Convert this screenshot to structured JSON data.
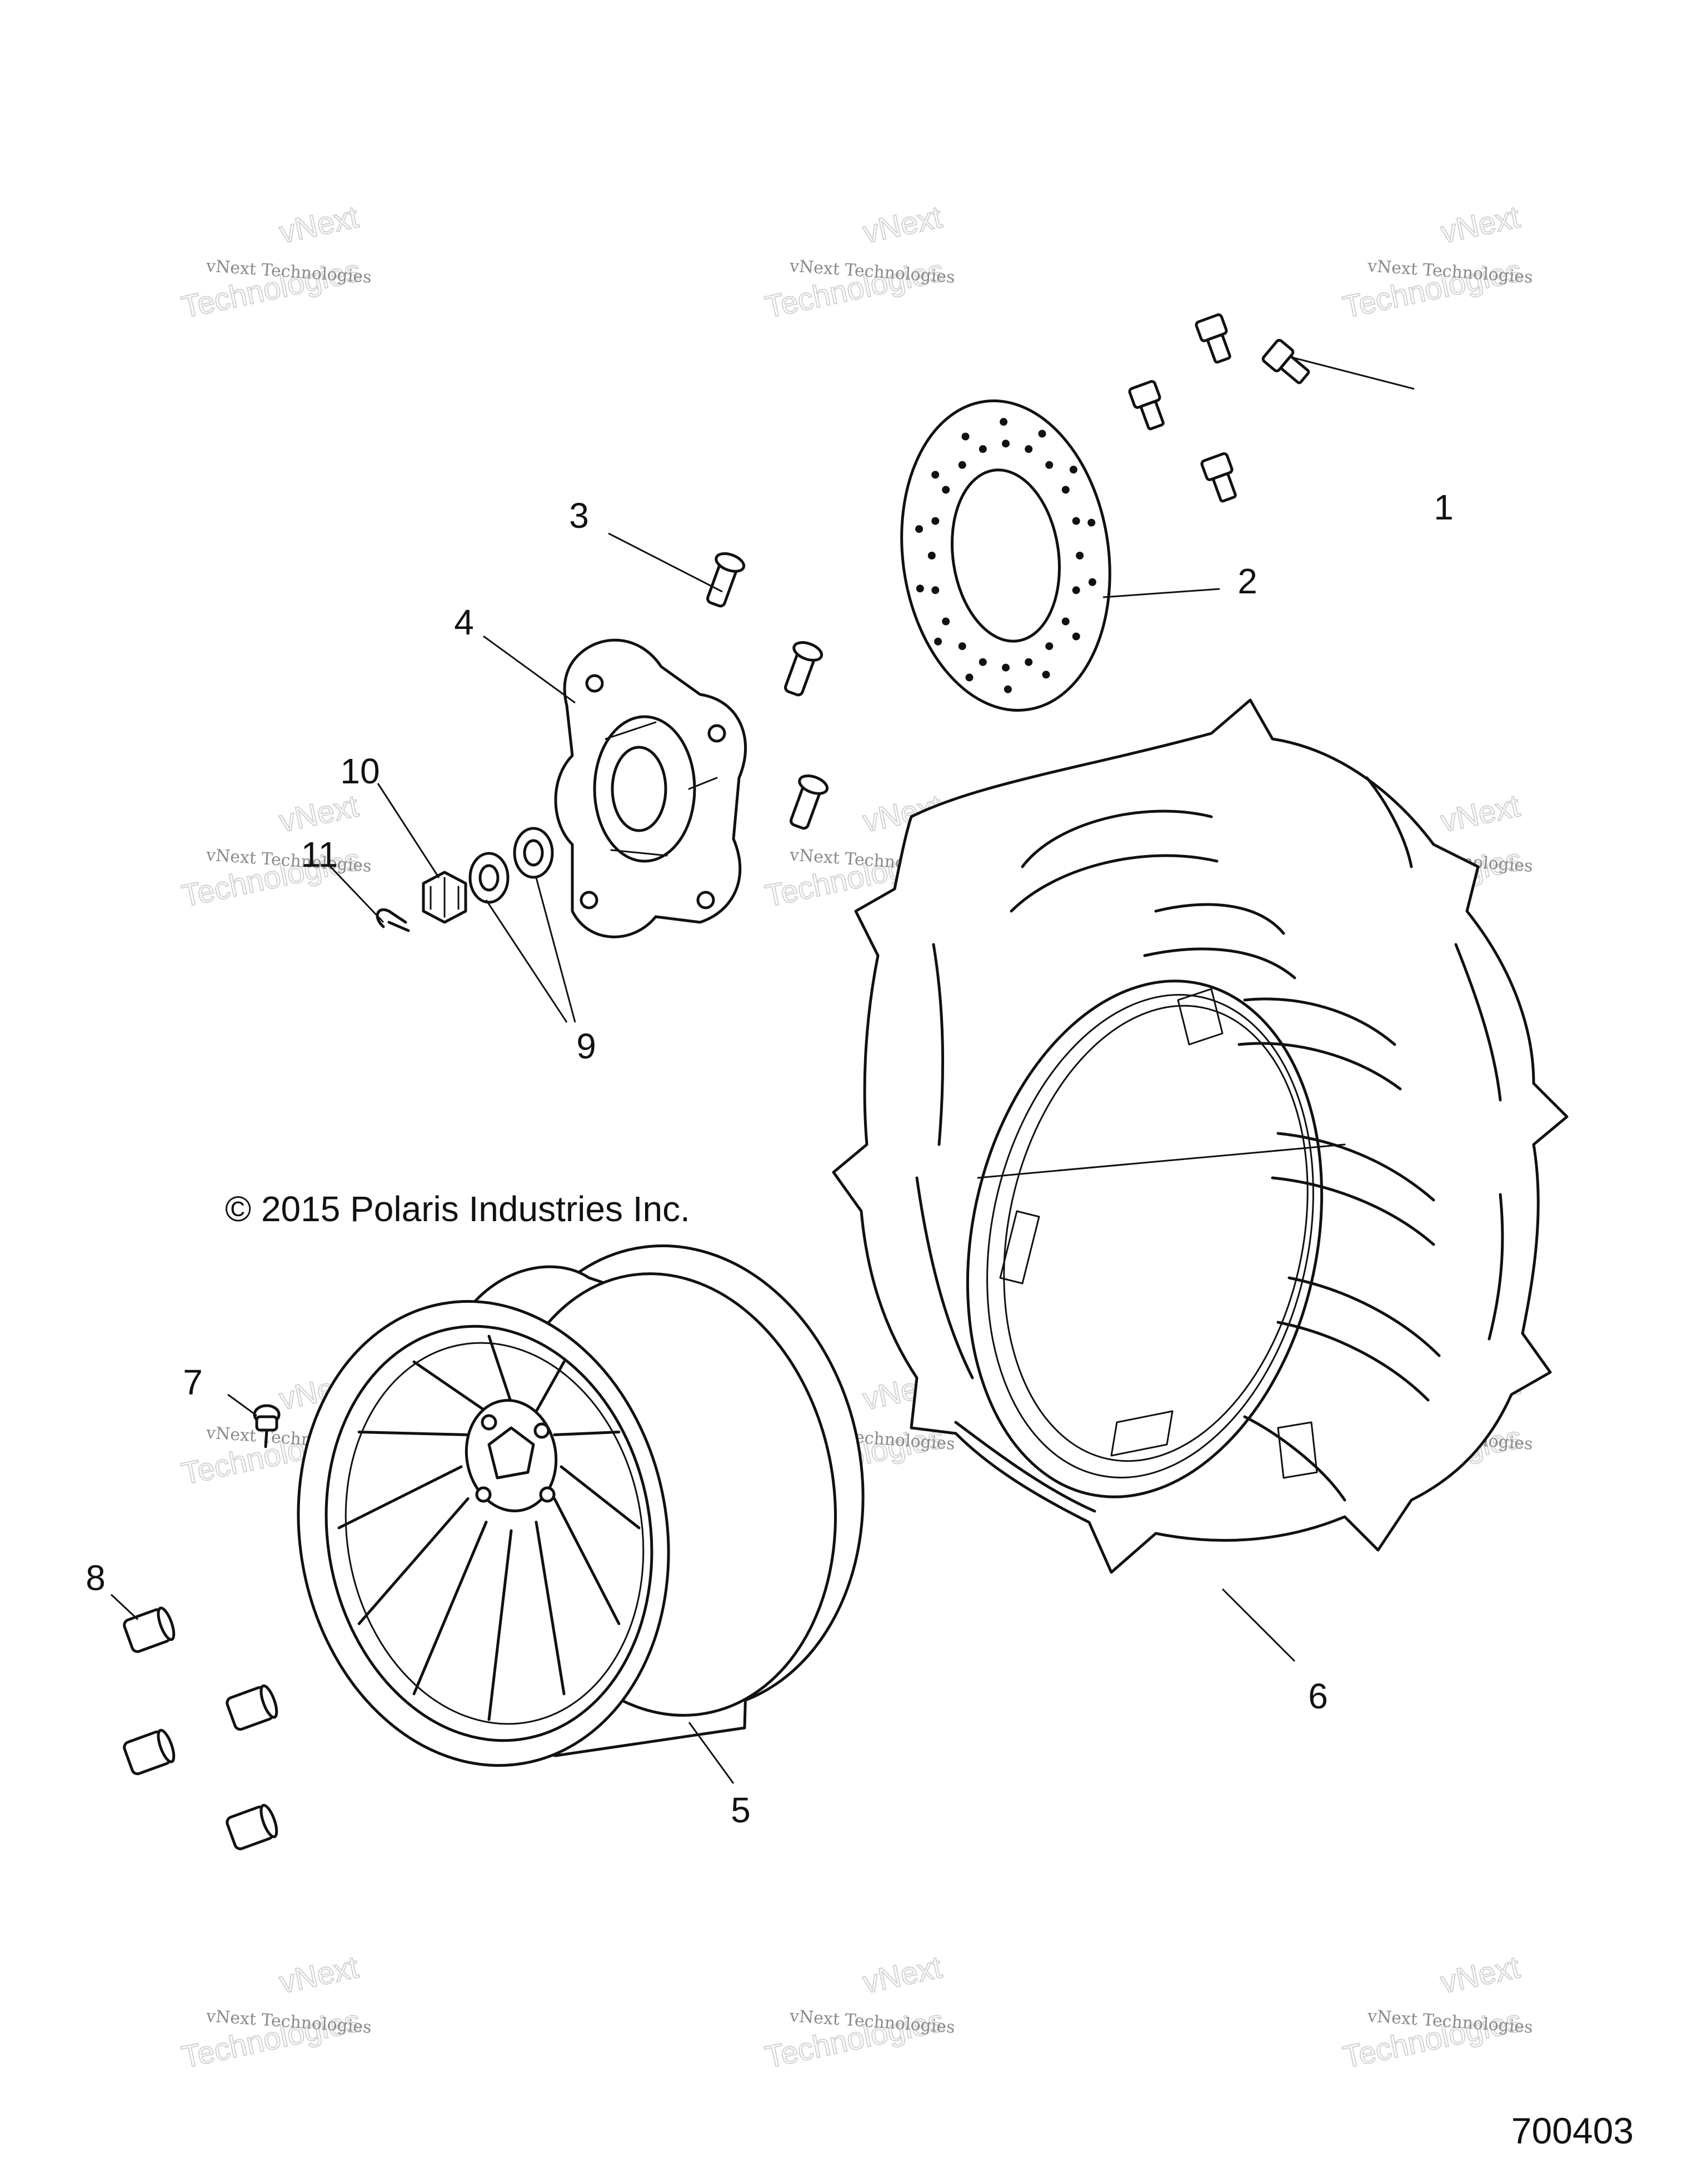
{
  "copyright": "© 2015 Polaris Industries Inc.",
  "diagram_number": "700403",
  "watermark": {
    "small_text": "vNext Technologies",
    "big_text": "Technologies",
    "big_top": "vNext"
  },
  "callouts": {
    "c1": "1",
    "c2": "2",
    "c3": "3",
    "c4": "4",
    "c5": "5",
    "c6": "6",
    "c7": "7",
    "c8": "8",
    "c9": "9",
    "c10": "10",
    "c11": "11"
  }
}
